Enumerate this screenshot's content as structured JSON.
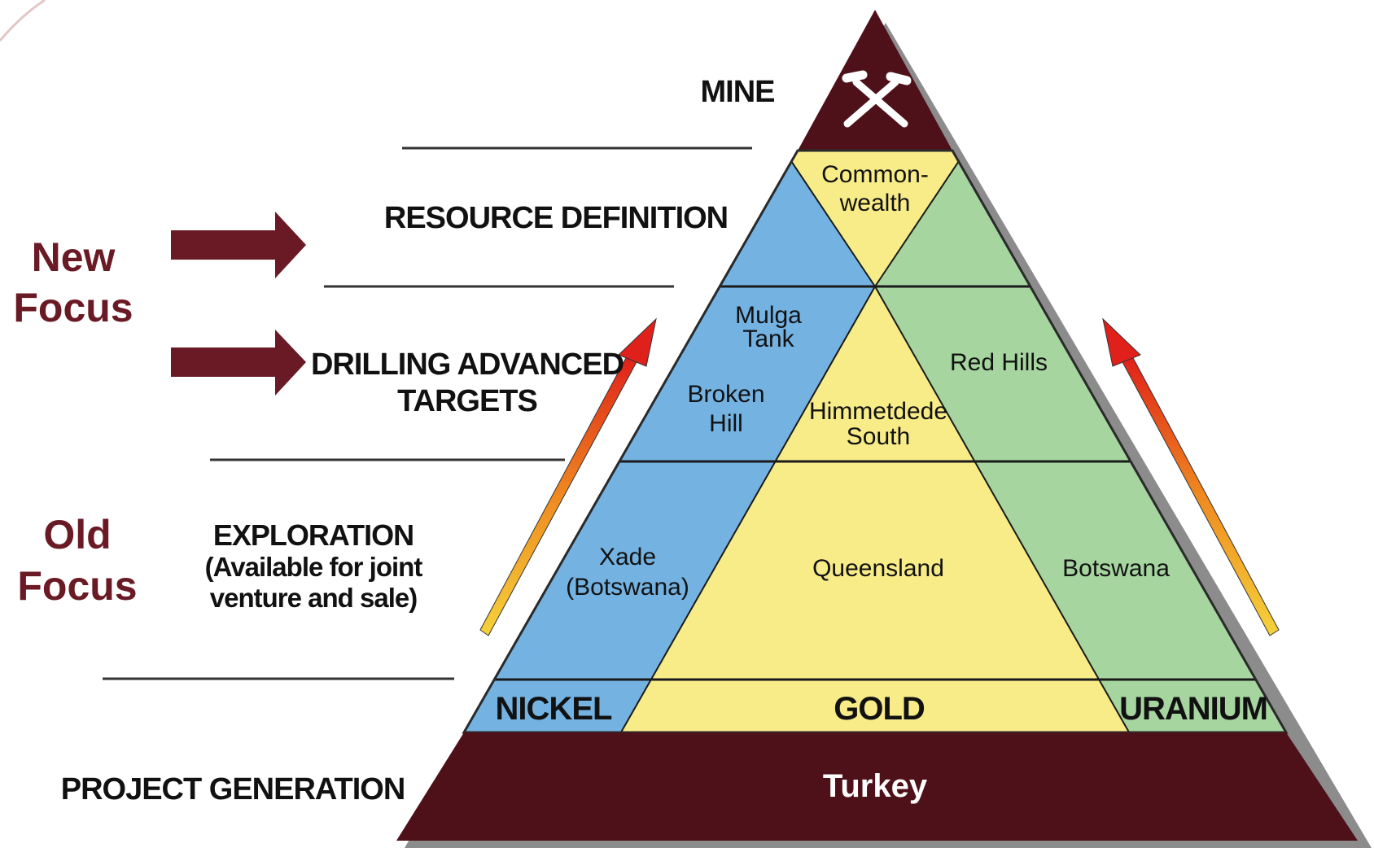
{
  "focus": {
    "new_line1": "New",
    "new_line2": "Focus",
    "old_line1": "Old",
    "old_line2": "Focus"
  },
  "stages": {
    "mine": "MINE",
    "resource_definition": "RESOURCE DEFINITION",
    "drilling_line1": "DRILLING ADVANCED",
    "drilling_line2": "TARGETS",
    "exploration_line1": "EXPLORATION",
    "exploration_line2": "(Available for joint",
    "exploration_line3": "venture and sale)",
    "project_generation": "PROJECT GENERATION"
  },
  "regions": {
    "commonwealth_line1": "Common-",
    "commonwealth_line2": "wealth",
    "mulga_line1": "Mulga",
    "mulga_line2": "Tank",
    "broken_line1": "Broken",
    "broken_line2": "Hill",
    "himmetdede_line1": "Himmetdede",
    "himmetdede_line2": "South",
    "red_hills": "Red Hills",
    "xade_line1": "Xade",
    "xade_line2": "(Botswana)",
    "queensland": "Queensland",
    "botswana": "Botswana"
  },
  "commodities": {
    "nickel": "NICKEL",
    "gold": "GOLD",
    "uranium": "URANIUM"
  },
  "base": {
    "turkey": "Turkey"
  },
  "colors": {
    "maroon": "#4e1119",
    "arrow_maroon": "#6a1a24",
    "nickel_blue": "#74b2e2",
    "gold_yellow": "#f8ec88",
    "uranium_green": "#a6d5a0"
  },
  "icons": {
    "mine": "crossed-hammers-icon"
  }
}
